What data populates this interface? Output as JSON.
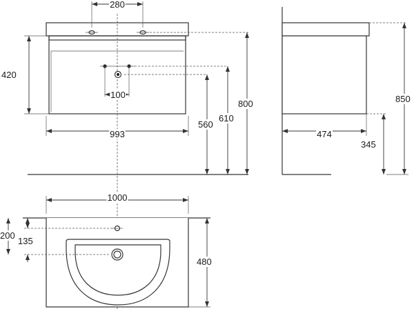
{
  "dimensions": {
    "front_tap_spacing": "280",
    "front_height_to_drain": "420",
    "front_drain_offset": "100",
    "front_width": "993",
    "front_height_560": "560",
    "front_height_610": "610",
    "front_height_800": "800",
    "side_depth": "474",
    "side_height_345": "345",
    "side_height_850": "850",
    "top_width": "1000",
    "top_200": "200",
    "top_135": "135",
    "top_depth": "480"
  }
}
